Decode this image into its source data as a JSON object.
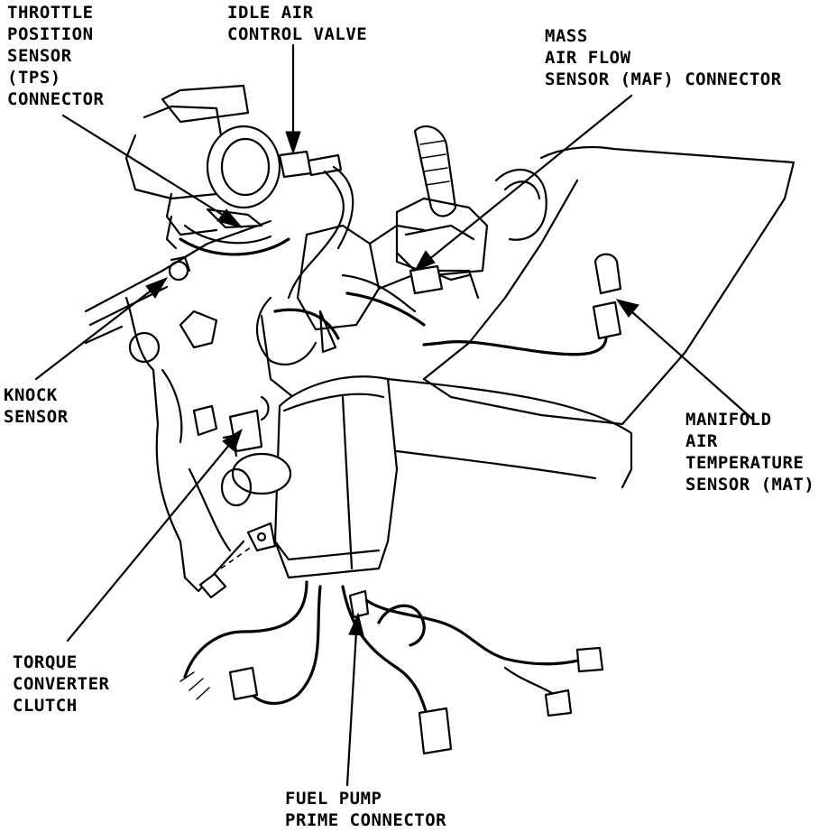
{
  "labels": {
    "tps": [
      "THROTTLE",
      "POSITION",
      "SENSOR",
      "(TPS)",
      "CONNECTOR"
    ],
    "iac": [
      "IDLE AIR",
      "CONTROL VALVE"
    ],
    "maf": [
      "MASS",
      "AIR FLOW",
      "SENSOR (MAF) CONNECTOR"
    ],
    "knock": [
      "KNOCK",
      "SENSOR"
    ],
    "mat": [
      "MANIFOLD",
      "AIR",
      "TEMPERATURE",
      "SENSOR (MAT)"
    ],
    "tcc": [
      "TORQUE",
      "CONVERTER",
      "CLUTCH"
    ],
    "fuel_pump": [
      "FUEL PUMP",
      "PRIME CONNECTOR"
    ]
  }
}
